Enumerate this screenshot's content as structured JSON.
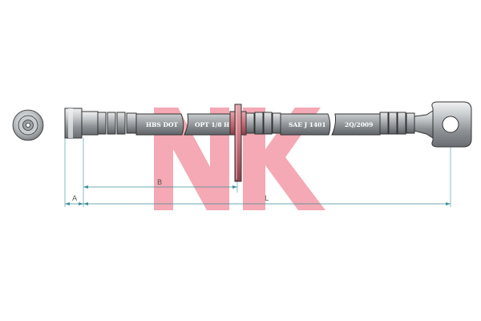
{
  "brand": {
    "logo_text": "NK",
    "logo_color": "#f4a9b4"
  },
  "hose_markings": [
    "HBS DOT",
    "OPT 1/8 HL",
    "SAE J 1401",
    "2Q/2009"
  ],
  "dimensions": {
    "a_label": "A",
    "b_label": "B",
    "l_label": "L"
  },
  "colors": {
    "hose": "#a6aaad",
    "hose_dark": "#6e7276",
    "metal_light": "#e6e8ea",
    "bracket": "#c86e78",
    "dimension_line": "#3f8f9a"
  }
}
